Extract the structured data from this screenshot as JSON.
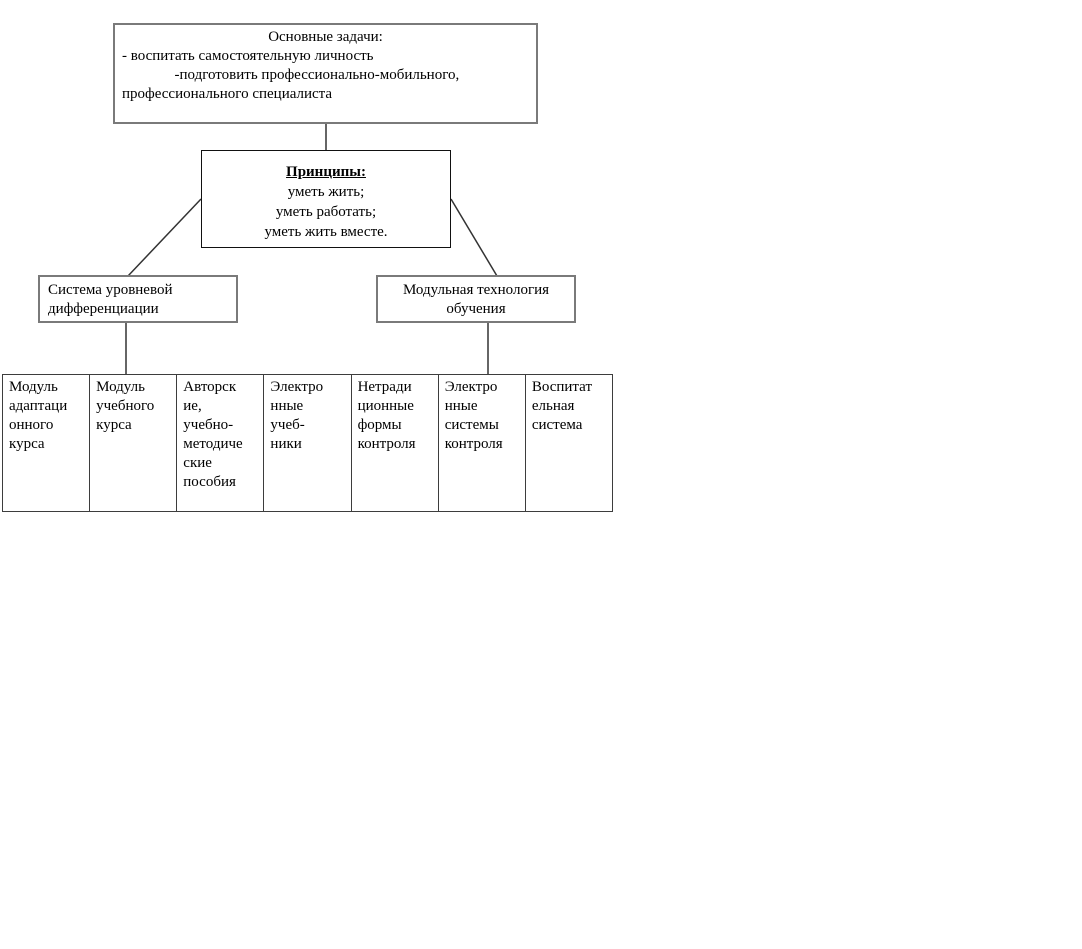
{
  "page": {
    "background": "#ffffff"
  },
  "colors": {
    "gray_box_border": "#7a7a7a",
    "black_box_border": "#111111",
    "table_border": "#3d3d3d",
    "connector_line": "#333333",
    "text": "#000000"
  },
  "main_tasks_box": {
    "title": "Основные задачи:",
    "body": "- воспитать самостоятельную личность\n              -подготовить профессионально-мобильного,\nпрофессионального специалиста"
  },
  "principles_box": {
    "title": "Принципы:",
    "items": [
      "уметь жить;",
      "уметь работать;",
      "уметь жить вместе."
    ]
  },
  "branch_boxes": {
    "left": "Система уровневой\nдифференциации",
    "right": "Модульная технология\nобучения"
  },
  "modules_row": {
    "cells": [
      "Модуль\nадаптаци\nонного\nкурса",
      "Модуль\nучебного\nкурса",
      "Авторск\nие,\nучебно-\nметодиче\nские\nпособия",
      "Электро\nнные\nучеб-\nники",
      "Нетради\nционные\nформы\nконтроля",
      "Электро\nнные\nсистемы\nконтроля",
      "Воспитат\nельная\nсистема"
    ]
  }
}
